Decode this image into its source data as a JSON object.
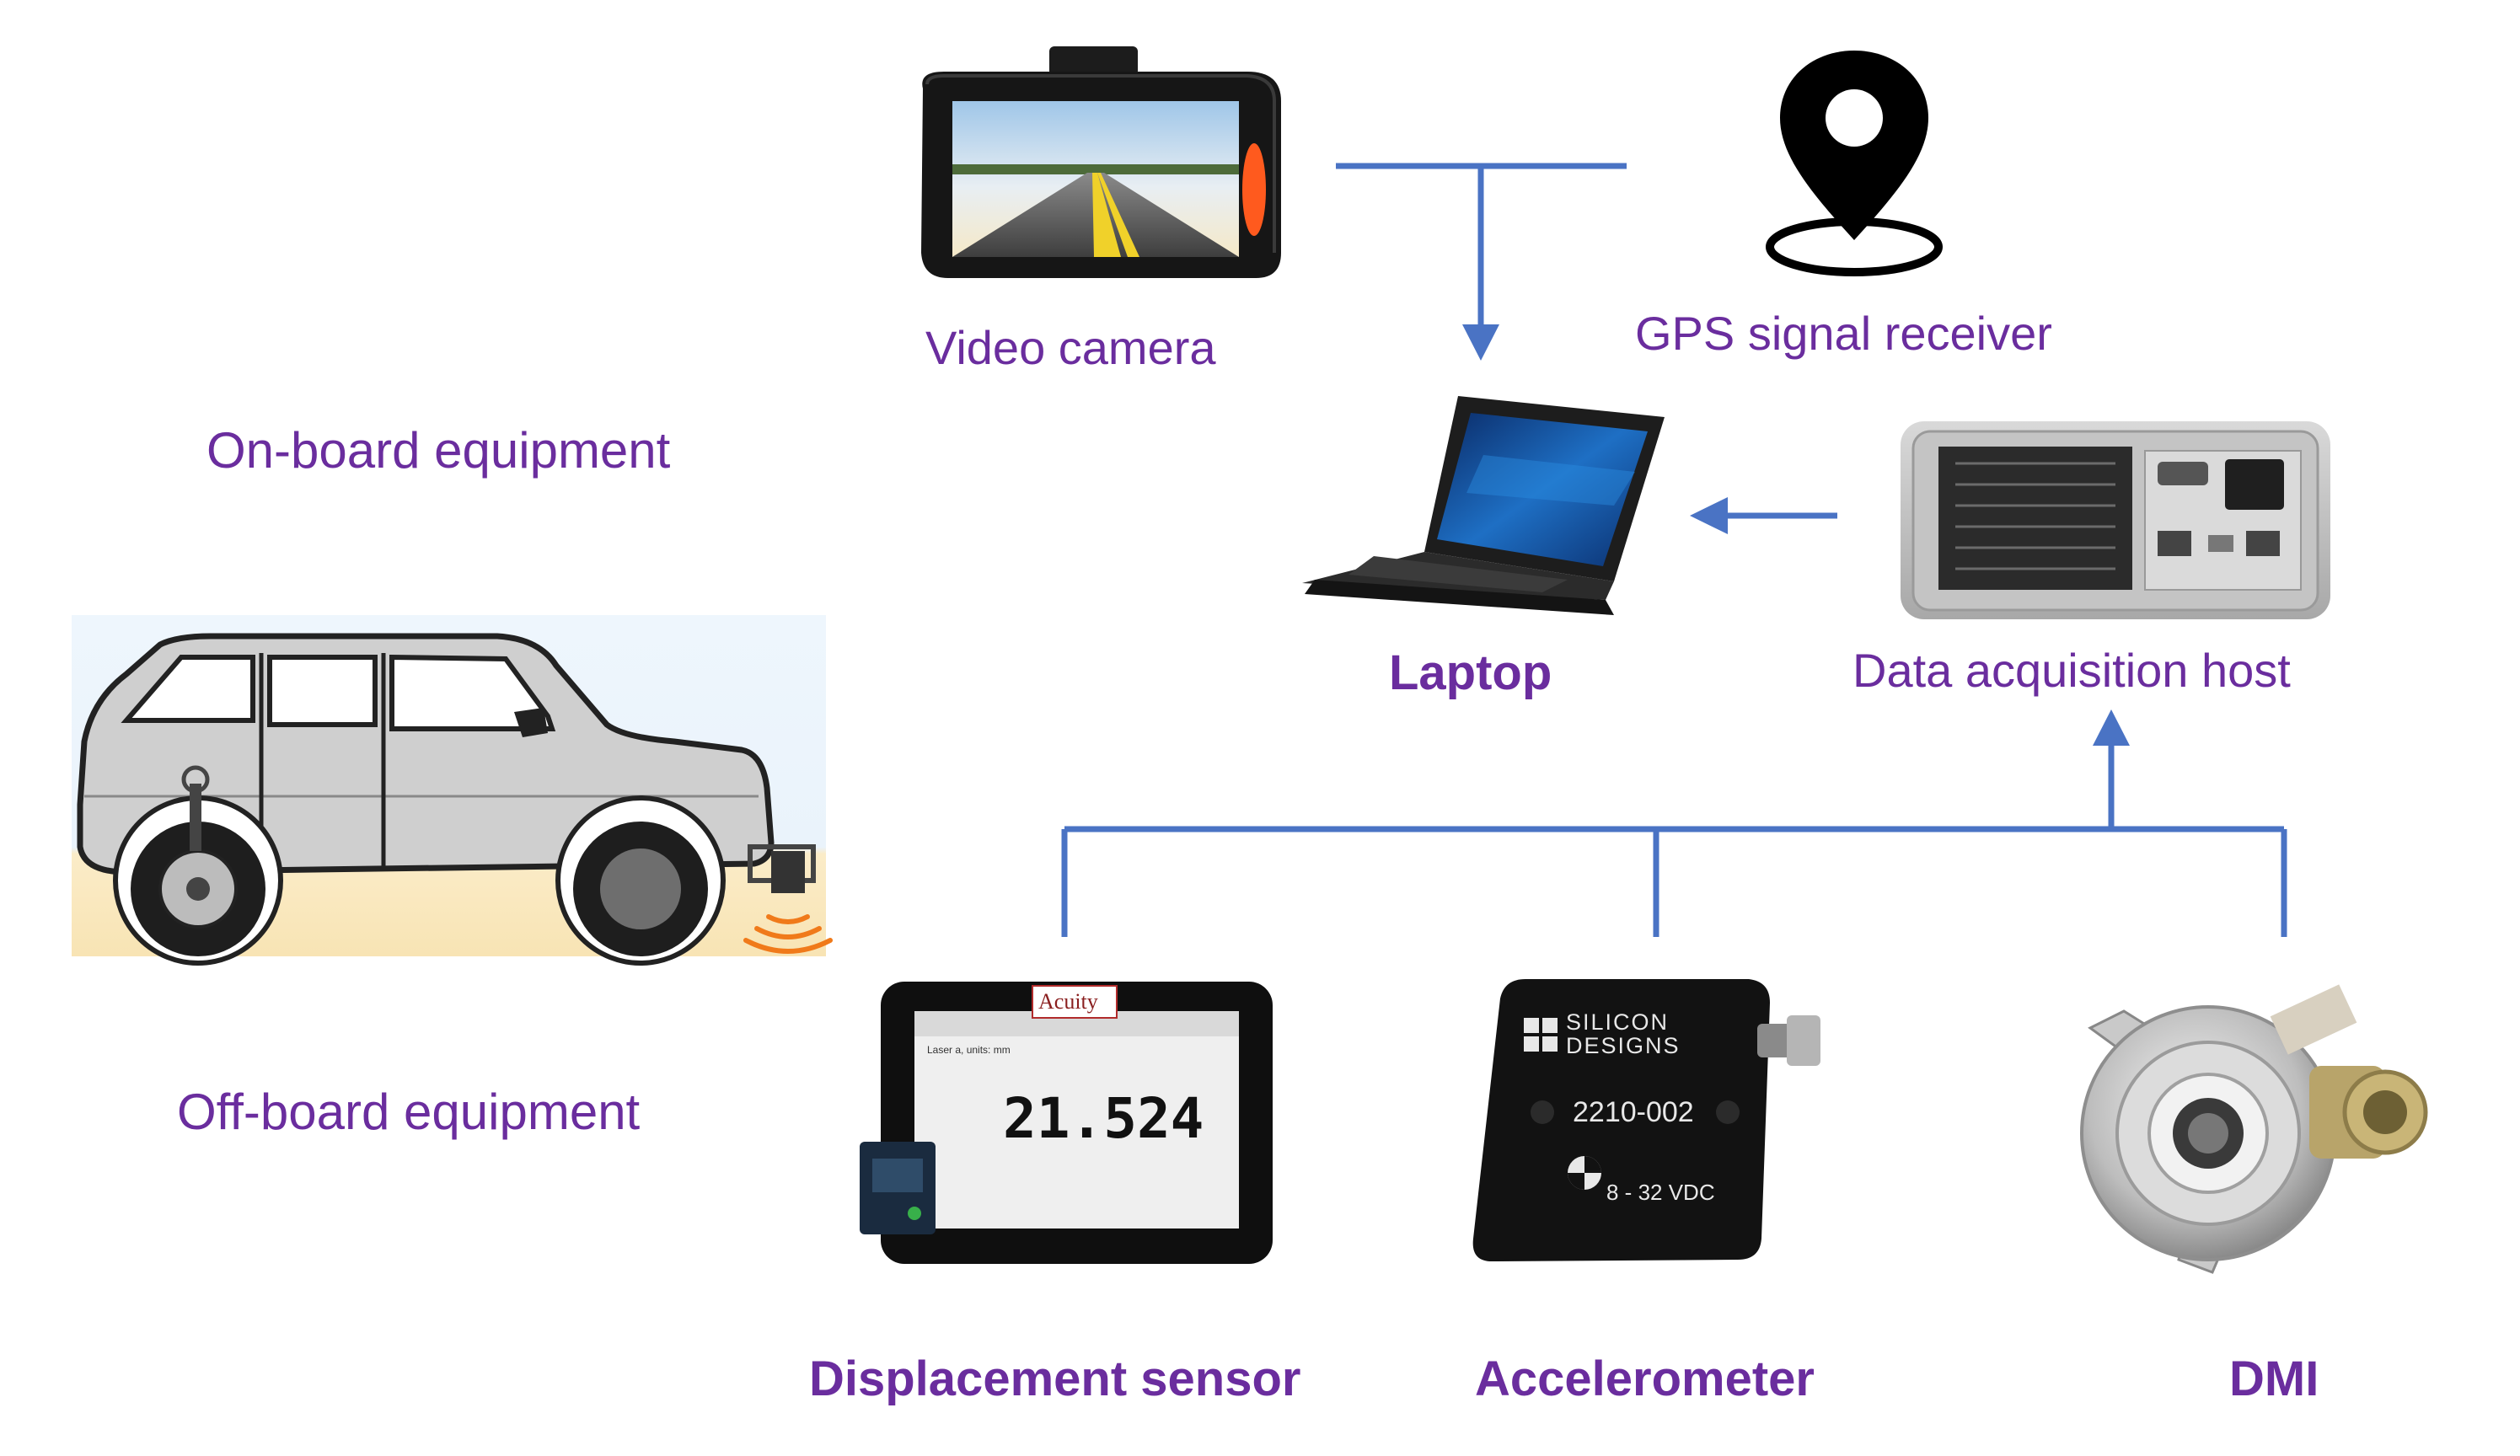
{
  "labels": {
    "video_camera": "Video camera",
    "gps_receiver": "GPS signal receiver",
    "on_board": "On-board equipment",
    "laptop": "Laptop",
    "daq_host": "Data acquisition host",
    "off_board": "Off-board equipment",
    "displacement_sensor": "Displacement sensor",
    "accelerometer": "Accelerometer",
    "dmi": "DMI"
  },
  "devices": {
    "acuity_brand": "Acuity",
    "acuity_reading": "21.524",
    "acuity_unit_line": "Laser a, units: mm",
    "accel_brand_line1": "SILICON",
    "accel_brand_line2": "DESIGNS",
    "accel_model": "2210-002",
    "accel_voltage": "8 - 32 VDC"
  },
  "colors": {
    "label": "#6a2d9e",
    "connector": "#4a73c4"
  }
}
